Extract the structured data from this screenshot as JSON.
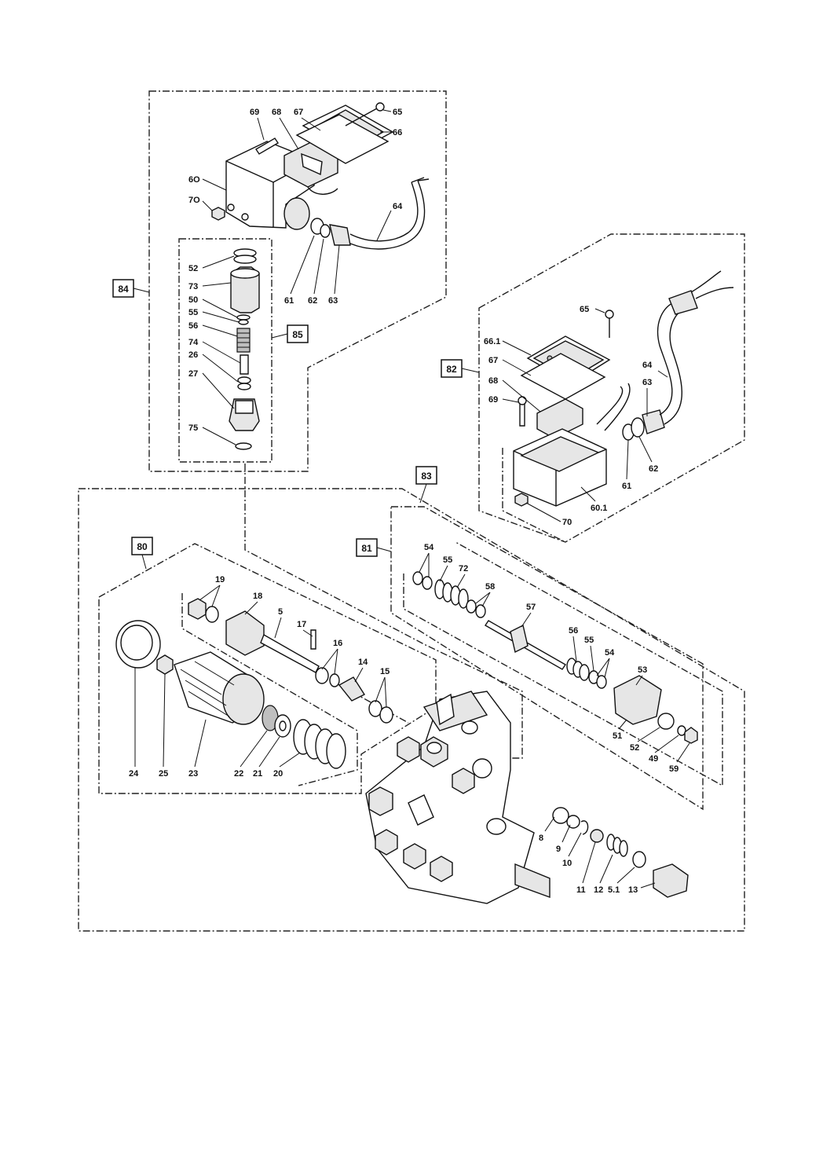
{
  "groups": [
    {
      "id": "84",
      "label": "84"
    },
    {
      "id": "85",
      "label": "85"
    },
    {
      "id": "82",
      "label": "82"
    },
    {
      "id": "83",
      "label": "83"
    },
    {
      "id": "80",
      "label": "80"
    },
    {
      "id": "81",
      "label": "81"
    }
  ],
  "callouts": {
    "top": [
      "69",
      "68",
      "67",
      "65",
      "66",
      "6O",
      "7O",
      "64",
      "61",
      "62",
      "63"
    ],
    "left_stack": [
      "52",
      "73",
      "50",
      "55",
      "56",
      "74",
      "26",
      "27",
      "75"
    ],
    "right_box": [
      "65",
      "66.1",
      "67",
      "68",
      "69",
      "64",
      "63",
      "62",
      "61",
      "60.1",
      "70"
    ],
    "group81": [
      "54",
      "55",
      "72",
      "58",
      "57",
      "56",
      "55",
      "54",
      "53",
      "51",
      "52",
      "49",
      "59"
    ],
    "group80": [
      "19",
      "18",
      "5",
      "17",
      "16",
      "14",
      "15",
      "24",
      "25",
      "23",
      "22",
      "21",
      "20"
    ],
    "body": [
      "8",
      "9",
      "10",
      "11",
      "12",
      "5.1",
      "13"
    ]
  }
}
